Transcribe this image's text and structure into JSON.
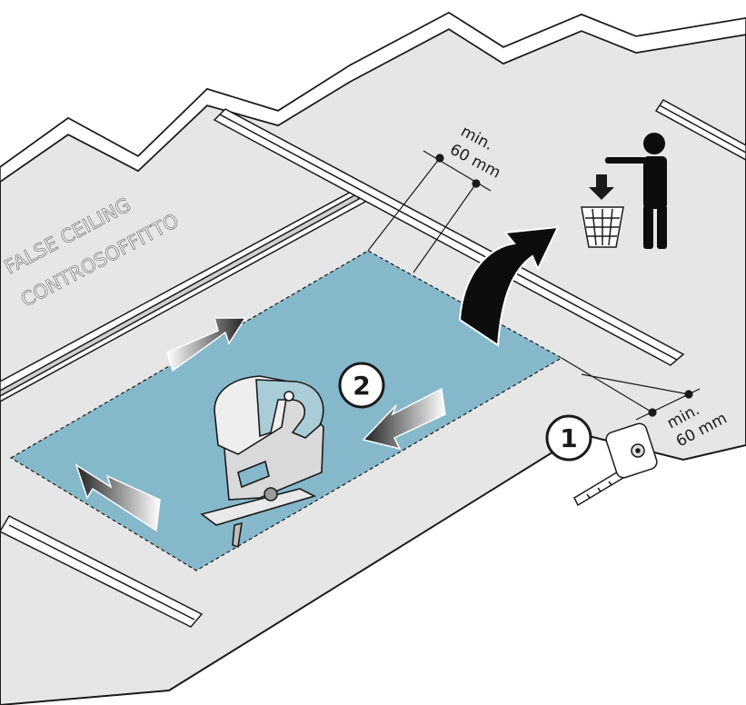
{
  "ceiling": {
    "label_en": "FALSE CEILING",
    "label_it": "CONTROSOFFITTO"
  },
  "dimensions": {
    "top": {
      "line1": "min.",
      "line2": "60 mm"
    },
    "right": {
      "line1": "min.",
      "line2": "60 mm"
    }
  },
  "steps": [
    {
      "number": "1",
      "meaning": "measure"
    },
    {
      "number": "2",
      "meaning": "cut"
    }
  ],
  "icons": [
    "tape-measure-icon",
    "jigsaw-icon",
    "trash-bin-icon",
    "person-disposing-icon",
    "removal-arrow-icon",
    "cut-direction-arrow-icon"
  ],
  "colors": {
    "ceiling": "#e6e6e6",
    "cutout": "#86b8cb",
    "outline": "#1a1a1a",
    "white": "#ffffff"
  }
}
